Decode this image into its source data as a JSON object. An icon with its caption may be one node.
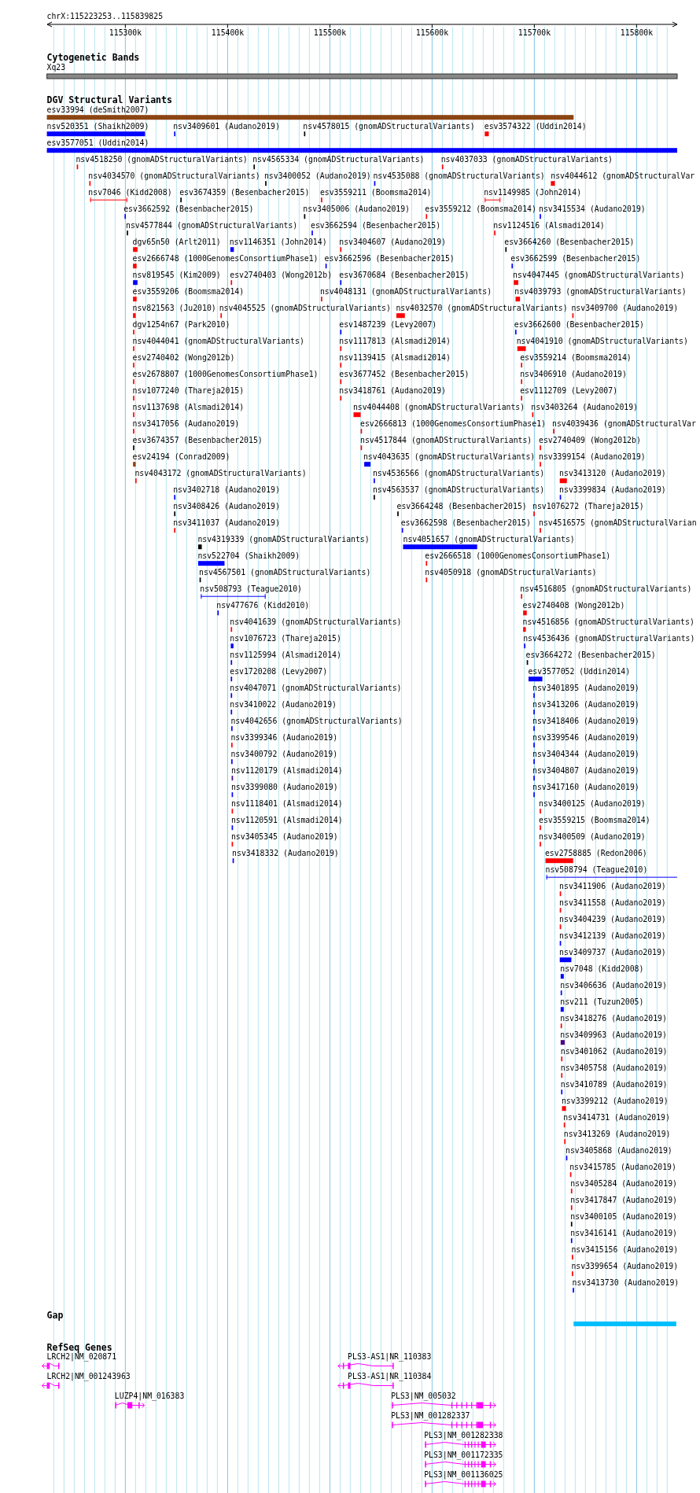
{
  "diagram": {
    "labels": [
      "chrX:115223253..115839825",
      "115300k",
      "115400k",
      "115500k",
      "115600k",
      "115700k",
      "115800k",
      "Cytogenetic Bands",
      "Xq23",
      "DGV Structural Variants",
      "esv33994 (deSmith2007)",
      "nsv520351 (Shaikh2009)",
      "nsv3409601 (Audano2019)",
      "nsv4578015 (gnomADStructuralVariants)",
      "esv3574322 (Uddin2014)",
      "esv3577051 (Uddin2014)",
      "nsv4518250 (gnomADStructuralVariants)",
      "nsv4565334 (gnomADStructuralVariants)",
      "nsv4037033 (gnomADStructuralVariants)",
      "nsv4034570 (gnomADStructuralVariants)",
      "nsv3400052 (Audano2019)",
      "nsv4535088 (gnomADStructuralVariants)",
      "nsv4044612 (gnomADStructuralVar",
      "nsv7046 (Kidd2008)",
      "esv3674359 (Besenbacher2015)",
      "esv3559211 (Boomsma2014)",
      "nsv1149985 (John2014)",
      "esv3662592 (Besenbacher2015)",
      "nsv3405006 (Audano2019)",
      "esv3559212 (Boomsma2014)",
      "nsv3415534 (Audano2019)",
      "nsv4577844 (gnomADStructuralVariants)",
      "esv3662594 (Besenbacher2015)",
      "nsv1124516 (Alsmadi2014)",
      "dgv65n50 (Arlt2011)",
      "nsv1146351 (John2014)",
      "nsv3404607 (Audano2019)",
      "esv3664260 (Besenbacher2015)",
      "esv2666748 (1000GenomesConsortiumPhase1)",
      "esv3662596 (Besenbacher2015)",
      "esv3662599 (Besenbacher2015)",
      "nsv819545 (Kim2009)",
      "esv2740403 (Wong2012b)",
      "esv3670684 (Besenbacher2015)",
      "nsv4047445 (gnomADStructuralVariants)",
      "esv3559206 (Boomsma2014)",
      "nsv4048131 (gnomADStructuralVariants)",
      "nsv4039793 (gnomADStructuralVariants)",
      "nsv821563 (Ju2010)",
      "nsv4045525 (gnomADStructuralVariants)",
      "nsv4032570 (gnomADStructuralVariants)",
      "nsv3409700 (Audano2019)",
      "dgv1254n67 (Park2010)",
      "esv1487239 (Levy2007)",
      "esv3662600 (Besenbacher2015)",
      "nsv4044041 (gnomADStructuralVariants)",
      "nsv1117813 (Alsmadi2014)",
      "nsv4041910 (gnomADStructuralVariants)",
      "esv2740402 (Wong2012b)",
      "nsv1139415 (Alsmadi2014)",
      "esv3559214 (Boomsma2014)",
      "esv2678807 (1000GenomesConsortiumPhase1)",
      "esv3677452 (Besenbacher2015)",
      "nsv3406910 (Audano2019)",
      "nsv1077240 (Thareja2015)",
      "nsv3418761 (Audano2019)",
      "esv1112709 (Levy2007)",
      "nsv1137698 (Alsmadi2014)",
      "nsv4044408 (gnomADStructuralVariants)",
      "nsv3403264 (Audano2019)",
      "nsv3417056 (Audano2019)",
      "esv2666813 (1000GenomesConsortiumPhase1)",
      "nsv4039436 (gnomADStructuralVar",
      "esv3674357 (Besenbacher2015)",
      "nsv4517844 (gnomADStructuralVariants)",
      "esv2740409 (Wong2012b)",
      "esv24194 (Conrad2009)",
      "nsv4043635 (gnomADStructuralVariants)",
      "nsv3399154 (Audano2019)",
      "nsv4043172 (gnomADStructuralVariants)",
      "nsv4536566 (gnomADStructuralVariants)",
      "nsv3413120 (Audano2019)",
      "nsv3402718 (Audano2019)",
      "nsv4563537 (gnomADStructuralVariants)",
      "nsv3399834 (Audano2019)",
      "nsv3408426 (Audano2019)",
      "esv3664248 (Besenbacher2015)",
      "nsv1076272 (Thareja2015)",
      "nsv3411037 (Audano2019)",
      "esv3662598 (Besenbacher2015)",
      "nsv4516575 (gnomADStructuralVarian",
      "nsv4319339 (gnomADStructuralVariants)",
      "nsv4051657 (gnomADStructuralVariants)",
      "nsv522704 (Shaikh2009)",
      "esv2666518 (1000GenomesConsortiumPhase1)",
      "nsv4567501 (gnomADStructuralVariants)",
      "nsv4050918 (gnomADStructuralVariants)",
      "nsv508793 (Teague2010)",
      "nsv4516805 (gnomADStructuralVariants)",
      "nsv477676 (Kidd2010)",
      "esv2740408 (Wong2012b)",
      "nsv4041639 (gnomADStructuralVariants)",
      "nsv4516856 (gnomADStructuralVariants)",
      "nsv1076723 (Thareja2015)",
      "nsv4536436 (gnomADStructuralVariants)",
      "nsv1125994 (Alsmadi2014)",
      "esv3664272 (Besenbacher2015)",
      "esv1720208 (Levy2007)",
      "esv3577052 (Uddin2014)",
      "nsv4047071 (gnomADStructuralVariants)",
      "nsv3401895 (Audano2019)",
      "nsv3410022 (Audano2019)",
      "nsv3413206 (Audano2019)",
      "nsv4042656 (gnomADStructuralVariants)",
      "nsv3418406 (Audano2019)",
      "nsv3399346 (Audano2019)",
      "nsv3399546 (Audano2019)",
      "nsv3400792 (Audano2019)",
      "nsv3404344 (Audano2019)",
      "nsv1120179 (Alsmadi2014)",
      "nsv3404807 (Audano2019)",
      "nsv3399080 (Audano2019)",
      "nsv3417160 (Audano2019)",
      "nsv1118401 (Alsmadi2014)",
      "nsv3400125 (Audano2019)",
      "nsv1120591 (Alsmadi2014)",
      "esv3559215 (Boomsma2014)",
      "nsv3405345 (Audano2019)",
      "nsv3400509 (Audano2019)",
      "nsv3418332 (Audano2019)",
      "esv2758885 (Redon2006)",
      "nsv508794 (Teague2010)",
      "nsv3411906 (Audano2019)",
      "nsv3411558 (Audano2019)",
      "nsv3404239 (Audano2019)",
      "nsv3412139 (Audano2019)",
      "nsv3409737 (Audano2019)",
      "nsv7048 (Kidd2008)",
      "nsv3406636 (Audano2019)",
      "nsv211 (Tuzun2005)",
      "nsv3418276 (Audano2019)",
      "nsv3409963 (Audano2019)",
      "nsv3401062 (Audano2019)",
      "nsv3405758 (Audano2019)",
      "nsv3410789 (Audano2019)",
      "nsv3399212 (Audano2019)",
      "nsv3414731 (Audano2019)",
      "nsv3413269 (Audano2019)",
      "nsv3405868 (Audano2019)",
      "nsv3415785 (Audano2019)",
      "nsv3405284 (Audano2019)",
      "nsv3417847 (Audano2019)",
      "nsv3400105 (Audano2019)",
      "nsv3416141 (Audano2019)",
      "nsv3415156 (Audano2019)",
      "nsv3399654 (Audano2019)",
      "nsv3413730 (Audano2019)",
      "Gap",
      "RefSeq Genes",
      "LRCH2|NM_020871",
      "PLS3-AS1|NR_110383",
      "LRCH2|NM_001243963",
      "PLS3-AS1|NR_110384",
      "LUZP4|NM_016383",
      "PLS3|NM_005032",
      "PLS3|NM_001282337",
      "PLS3|NM_001282338",
      "PLS3|NM_001172335",
      "PLS3|NM_001136025"
    ]
  }
}
